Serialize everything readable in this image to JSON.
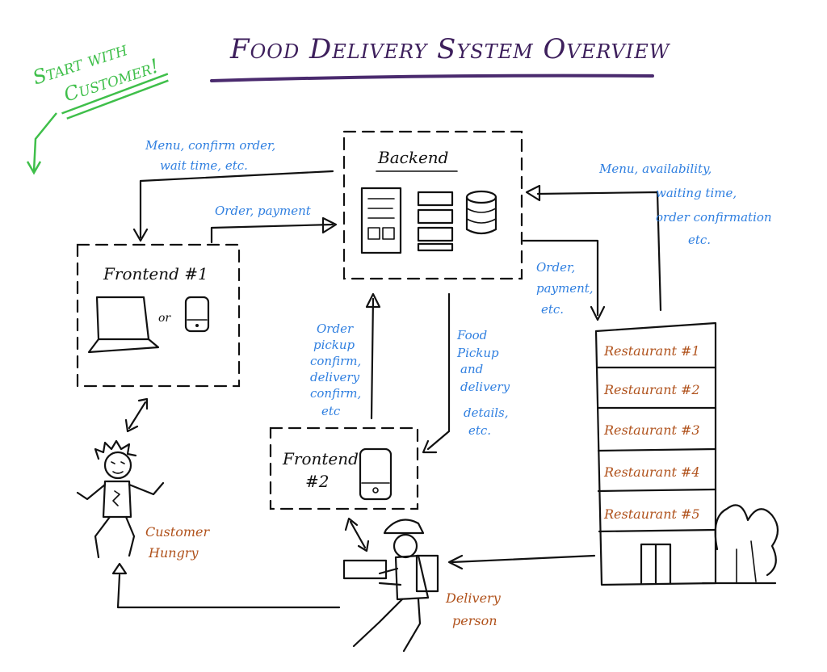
{
  "title": "Food Delivery System Overview",
  "callout": {
    "line1": "Start with",
    "line2": "Customer!"
  },
  "backend": {
    "label": "Backend"
  },
  "frontend1": {
    "label": "Frontend #1",
    "or": "or"
  },
  "frontend2": {
    "label_line1": "Frontend",
    "label_line2": "#2"
  },
  "edges": {
    "backend_to_frontend1": [
      "Menu, confirm order,",
      "wait time, etc."
    ],
    "frontend1_to_backend": [
      "Order, payment"
    ],
    "restaurant_to_backend": [
      "Menu, availability,",
      "waiting time,",
      "order confirmation",
      "etc."
    ],
    "backend_to_restaurant": [
      "Order,",
      "payment,",
      "etc."
    ],
    "frontend2_to_backend": [
      "Order",
      "pickup",
      "confirm,",
      "delivery",
      "confirm,",
      "etc"
    ],
    "backend_to_frontend2": [
      "Food",
      "Pickup",
      "and",
      "delivery",
      "details,",
      "etc."
    ]
  },
  "restaurants": [
    "Restaurant #1",
    "Restaurant #2",
    "Restaurant #3",
    "Restaurant #4",
    "Restaurant #5"
  ],
  "actors": {
    "customer": [
      "Customer",
      "Hungry"
    ],
    "delivery": [
      "Delivery",
      "person"
    ]
  },
  "colors": {
    "title": "#3d1f5c",
    "callout": "#3fbf4a",
    "annotation": "#2f7fe0",
    "label": "#b0521c",
    "ink": "#111111"
  }
}
